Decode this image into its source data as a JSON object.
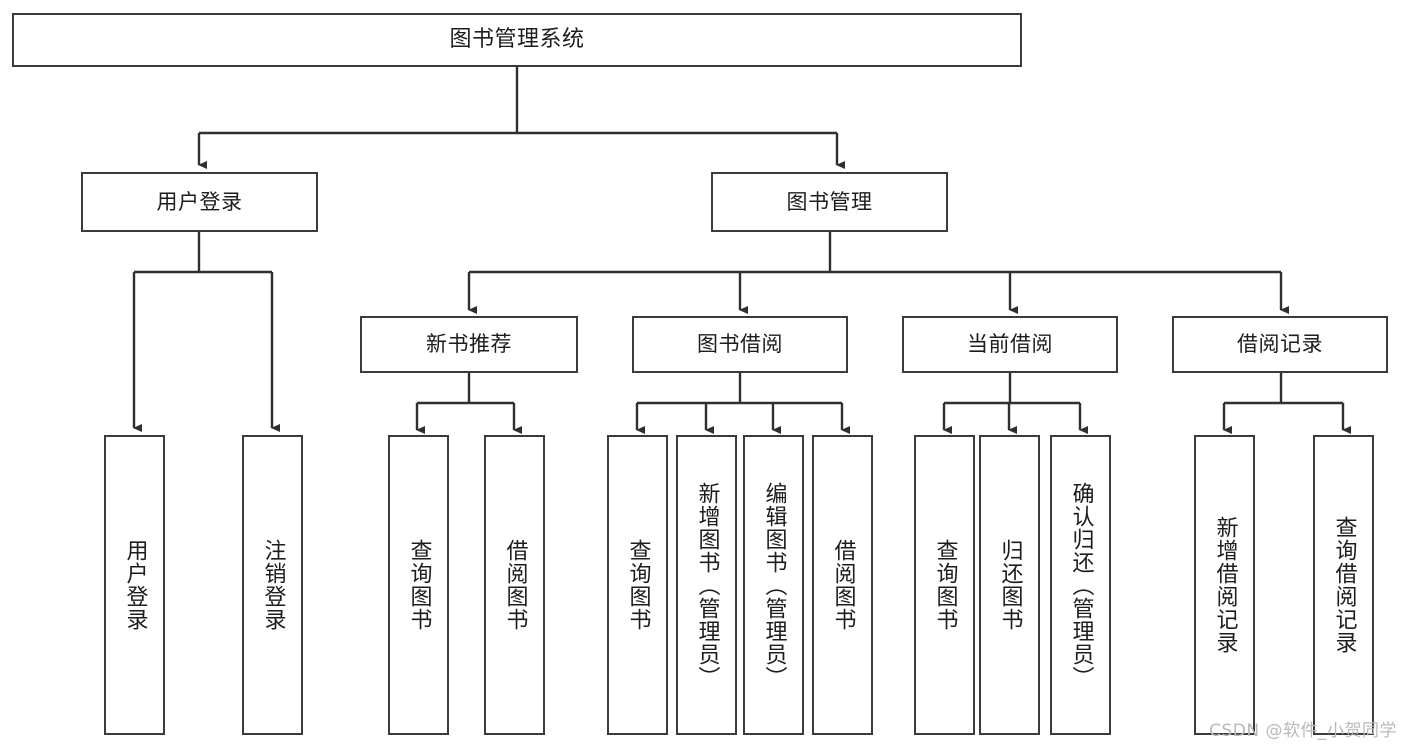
{
  "diagram": {
    "title": "图书管理系统",
    "root": {
      "label": "图书管理系统"
    },
    "level2": [
      {
        "label": "用户登录"
      },
      {
        "label": "图书管理"
      }
    ],
    "level3": [
      {
        "label": "新书推荐"
      },
      {
        "label": "图书借阅"
      },
      {
        "label": "当前借阅"
      },
      {
        "label": "借阅记录"
      }
    ],
    "leaves": [
      {
        "label": "用户登录",
        "parent": "用户登录"
      },
      {
        "label": "注销登录",
        "parent": "用户登录"
      },
      {
        "label": "查询图书",
        "parent": "新书推荐"
      },
      {
        "label": "借阅图书",
        "parent": "新书推荐"
      },
      {
        "label": "查询图书",
        "parent": "图书借阅"
      },
      {
        "label": "新增图书（管理员）",
        "parent": "图书借阅"
      },
      {
        "label": "编辑图书（管理员）",
        "parent": "图书借阅"
      },
      {
        "label": "借阅图书",
        "parent": "图书借阅"
      },
      {
        "label": "查询图书",
        "parent": "当前借阅"
      },
      {
        "label": "归还图书",
        "parent": "当前借阅"
      },
      {
        "label": "确认归还（管理员）",
        "parent": "当前借阅"
      },
      {
        "label": "新增借阅记录",
        "parent": "借阅记录"
      },
      {
        "label": "查询借阅记录",
        "parent": "借阅记录"
      }
    ]
  },
  "watermark": {
    "text": "CSDN @软件_小贺同学"
  },
  "colors": {
    "background": "#ffffff",
    "box_border": "#3b3b3b",
    "text": "#1d1d1d",
    "connector": "#2f2f2f",
    "watermark": "#b9b9b9"
  }
}
